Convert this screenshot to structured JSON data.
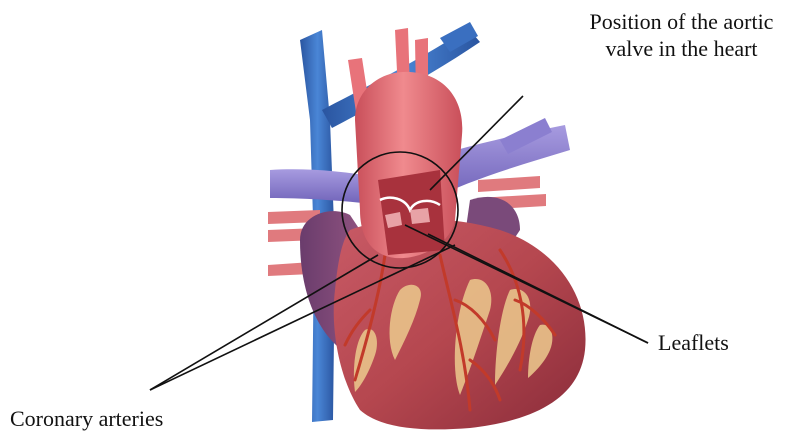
{
  "labels": {
    "aortic_valve_line1": "Position of the aortic",
    "aortic_valve_line2": "valve in the heart",
    "leaflets": "Leaflets",
    "coronary_arteries": "Coronary arteries"
  },
  "colors": {
    "vein_blue": "#3a6fc0",
    "vein_blue_dark": "#2a55a0",
    "pulmonary_purple": "#8b7fd0",
    "aorta_pink": "#e8737a",
    "aorta_dark": "#c94f5a",
    "heart_red": "#b5474f",
    "heart_dark": "#8a2c3a",
    "fat_yellow": "#e9c38a",
    "artery_red": "#c23a2a",
    "atrium_purple": "#7a4a7a",
    "leader_line": "#111111"
  }
}
